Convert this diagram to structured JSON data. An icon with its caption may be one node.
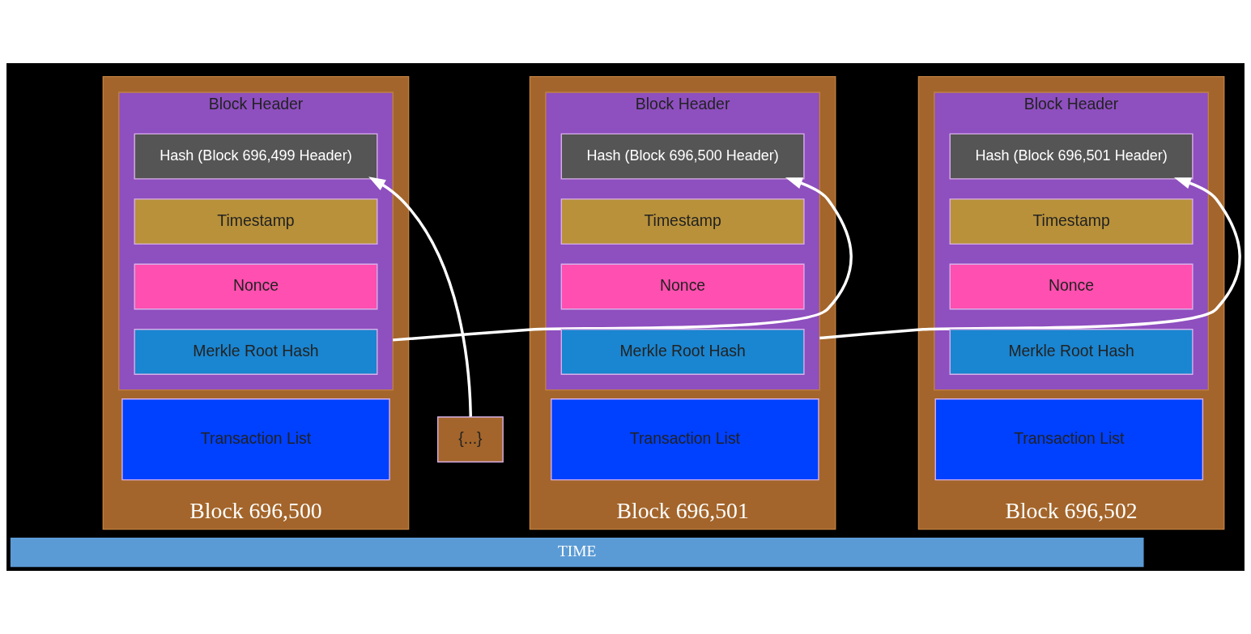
{
  "diagram": {
    "nodes": [
      {
        "text": [
          "{...}"
        ]
      },
      {
        "text": [
          "Block 696,500"
        ]
      },
      {
        "text": [
          "Block Header"
        ],
        "in": 1
      },
      {
        "text": [
          "Hash (Block 696,499 Header)"
        ],
        "in": 2
      },
      {
        "text": [
          "Timestamp"
        ],
        "in": 2
      },
      {
        "text": [
          "Nonce"
        ],
        "in": 2
      },
      {
        "text": [
          "Merkle Root Hash"
        ],
        "in": 2
      },
      {
        "text": [
          "Transaction List"
        ],
        "in": 1
      },
      {
        "text": [
          "Block 696,501"
        ]
      },
      {
        "text": [
          "Block Header"
        ],
        "in": 8
      },
      {
        "text": [
          "Hash (Block 696,500 Header)"
        ],
        "in": 9
      },
      {
        "text": [
          "Timestamp"
        ],
        "in": 9
      },
      {
        "text": [
          "Nonce"
        ],
        "in": 9
      },
      {
        "text": [
          "Merkle Root Hash"
        ],
        "in": 9
      },
      {
        "text": [
          "Transaction List"
        ],
        "in": 8
      },
      {
        "text": [
          "Block 696,502"
        ]
      },
      {
        "text": [
          "Block Header"
        ],
        "in": 15
      },
      {
        "text": [
          "Hash (Block 696,501 Header)"
        ],
        "in": 16
      },
      {
        "text": [
          "Timestamp"
        ],
        "in": 16
      },
      {
        "text": [
          "Nonce"
        ],
        "in": 16
      },
      {
        "text": [
          "Merkle Root Hash"
        ],
        "in": 16
      },
      {
        "text": [
          "Transaction List"
        ],
        "in": 15
      }
    ],
    "edges": [
      {
        "from": 0,
        "to": 3,
        "arrow": "to"
      },
      {
        "from": 2,
        "to": 10,
        "arrow": "to"
      },
      {
        "from": 9,
        "to": 17,
        "arrow": "to"
      }
    ],
    "labels": [
      "TIME"
    ]
  }
}
